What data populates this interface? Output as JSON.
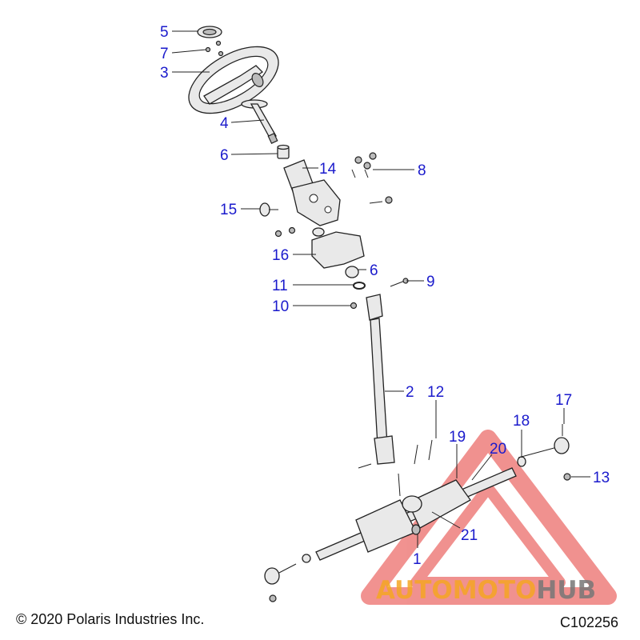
{
  "callouts": [
    "5",
    "7",
    "3",
    "4",
    "6",
    "14",
    "8",
    "15",
    "16",
    "6",
    "9",
    "11",
    "10",
    "2",
    "12",
    "17",
    "18",
    "19",
    "20",
    "13",
    "21",
    "1"
  ],
  "copyright": "© 2020 Polaris Industries Inc.",
  "figure_id": "C102256",
  "watermark": {
    "part1": "AUTOMOTO",
    "part2": "HUB",
    "color1": "#f5a623",
    "color2": "#777777",
    "logo_color": "#e53935"
  }
}
